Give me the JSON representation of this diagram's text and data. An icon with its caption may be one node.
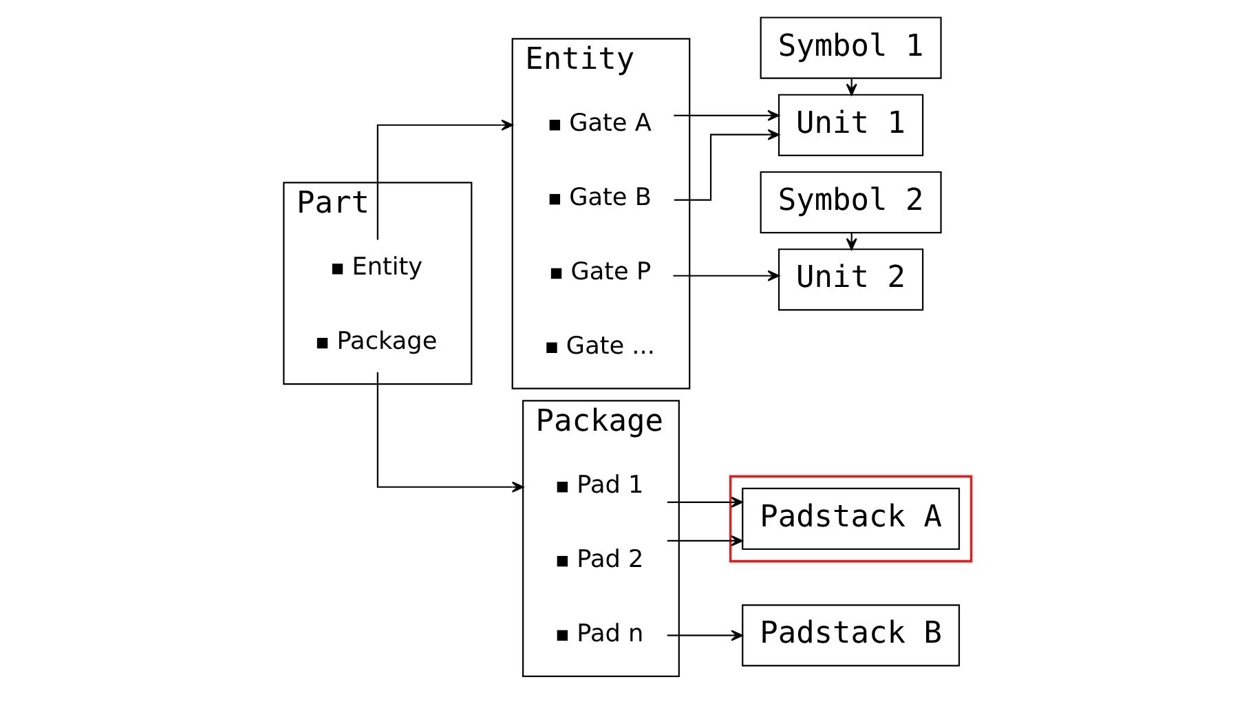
{
  "diagram": {
    "nodes": [
      {
        "text": [
          "Part"
        ]
      },
      {
        "text": [
          "Entity"
        ],
        "in": 0
      },
      {
        "text": [
          "Package"
        ],
        "in": 0
      },
      {
        "text": [
          "Entity"
        ]
      },
      {
        "text": [
          "Gate A"
        ],
        "in": 3
      },
      {
        "text": [
          "Gate B"
        ],
        "in": 3
      },
      {
        "text": [
          "Gate P"
        ],
        "in": 3
      },
      {
        "text": [
          "Gate ..."
        ],
        "in": 3
      },
      {
        "text": [
          "Unit 1"
        ]
      },
      {
        "text": [
          "Symbol 1"
        ]
      },
      {
        "text": [
          "Unit 2"
        ]
      },
      {
        "text": [
          "Symbol 2"
        ]
      },
      {
        "text": [
          "Package"
        ]
      },
      {
        "text": [
          "Pad 1"
        ],
        "in": 12
      },
      {
        "text": [
          "Pad 2"
        ],
        "in": 12
      },
      {
        "text": [
          "Pad n"
        ],
        "in": 12
      },
      {
        "text": [],
        "shape": "box"
      },
      {
        "text": [
          "Padstack A"
        ],
        "in": 16
      },
      {
        "text": [
          "Padstack B"
        ]
      }
    ],
    "edges": [
      {
        "from": 1,
        "to": 3,
        "arrow": "to"
      },
      {
        "from": 2,
        "to": 12,
        "arrow": "to"
      },
      {
        "from": 4,
        "to": 8,
        "arrow": "to"
      },
      {
        "from": 5,
        "to": 8,
        "arrow": "to"
      },
      {
        "from": 6,
        "to": 10,
        "arrow": "to"
      },
      {
        "from": 9,
        "to": 8,
        "arrow": "to"
      },
      {
        "from": 11,
        "to": 10,
        "arrow": "to"
      },
      {
        "from": 13,
        "to": 17,
        "arrow": "to"
      },
      {
        "from": 14,
        "to": 17,
        "arrow": "to"
      },
      {
        "from": 15,
        "to": 18,
        "arrow": "to"
      }
    ]
  }
}
